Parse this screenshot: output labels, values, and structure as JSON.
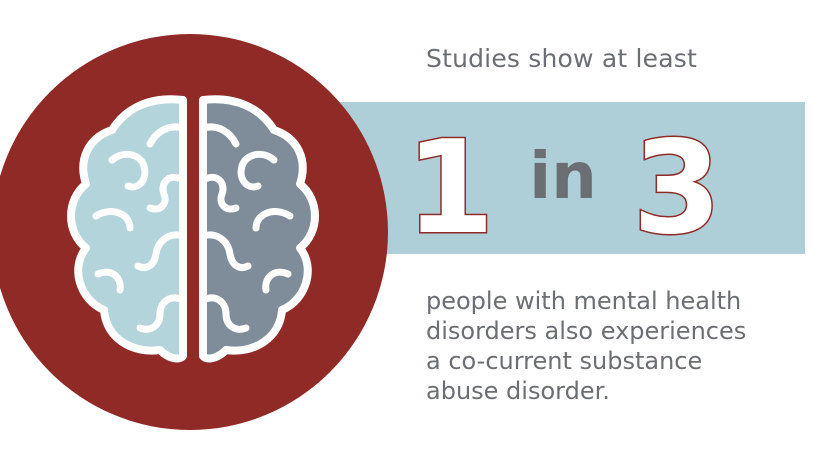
{
  "lead_text": "Studies show at least",
  "stat": {
    "numerator": "1",
    "connector": "in",
    "denominator": "3"
  },
  "body_lines": [
    "people with mental health",
    "disorders also experiences",
    "a co-current substance",
    "abuse disorder."
  ],
  "colors": {
    "circle": "#8f2a27",
    "band": "#aecfd8",
    "text_gray": "#6b6e73",
    "brain_left": "#b4d4dc",
    "brain_right": "#7f8d9a",
    "outline": "#ffffff"
  },
  "icons": {
    "brain": "brain-icon"
  }
}
